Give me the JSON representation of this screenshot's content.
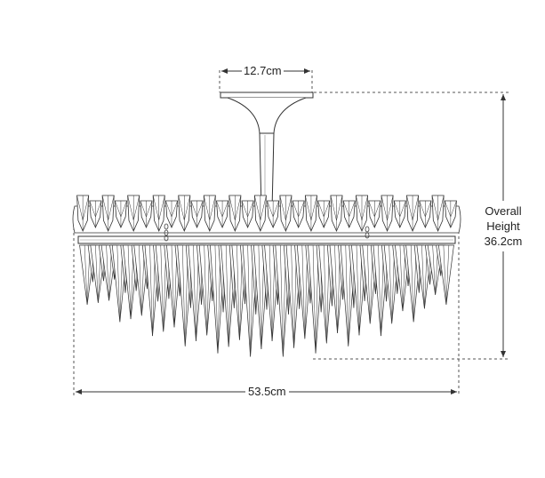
{
  "dimensions": {
    "top_width": "12.7cm",
    "overall_height_line1": "Overall",
    "overall_height_line2": "Height",
    "overall_height_value": "36.2cm",
    "bottom_width": "53.5cm"
  },
  "colors": {
    "line": "#333333",
    "dashed": "#555555",
    "background": "#ffffff"
  }
}
